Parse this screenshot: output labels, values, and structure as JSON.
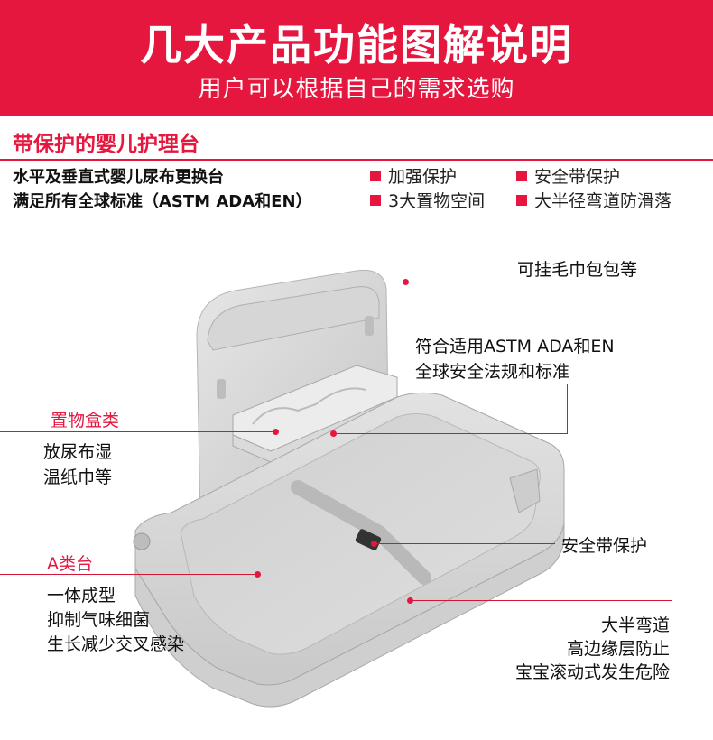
{
  "banner": {
    "title": "几大产品功能图解说明",
    "subtitle": "用户可以根据自己的需求选购"
  },
  "section": {
    "title": "带保护的婴儿护理台"
  },
  "specs": {
    "line1": "水平及垂直式婴儿尿布更换台",
    "line2": "满足所有全球标准（ASTM ADA和EN）"
  },
  "features": [
    "加强保护",
    "安全带保护",
    "3大置物空间",
    "大半径弯道防滑落"
  ],
  "callouts": {
    "hang": "可挂毛巾包包等",
    "standard_1": "符合适用ASTM ADA和EN",
    "standard_2": "全球安全法规和标准",
    "storage_title": "置物盒类",
    "storage_1": "放尿布湿",
    "storage_2": "温纸巾等",
    "belt": "安全带保护",
    "table_title": "A类台",
    "table_1": "一体成型",
    "table_2": "抑制气味细菌",
    "table_3": "生长减少交叉感染",
    "curve_1": "大半弯道",
    "curve_2": "高边缘层防止",
    "curve_3": "宝宝滚动式发生危险"
  },
  "colors": {
    "accent": "#e5173f",
    "product_gray": "#d9d9d9"
  }
}
